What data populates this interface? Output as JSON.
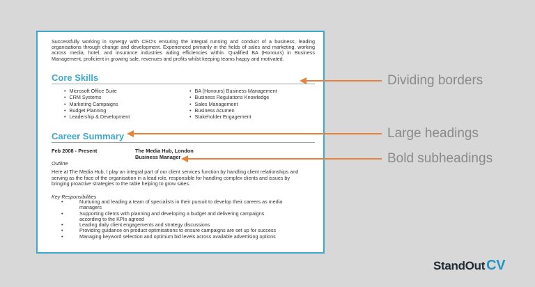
{
  "cv": {
    "summary": "Successfully working in synergy with CEO's ensuring the integral running and conduct of a business, leading organisations through change and development. Experienced primarily in the fields of sales and marketing, working across media, hotel, and insurance industries aiding efficiencies within. Qualified BA (Honours) in Business Management, proficient in growing sale, revenues and profits whilst keeping teams happy and motivated.",
    "core_skills_heading": "Core Skills",
    "skills_left": [
      "Microsoft Office Suite",
      "CRM Systems",
      "Marketing Campaigns",
      "Budget Planning",
      "Leadership & Development"
    ],
    "skills_right": [
      "BA (Honours) Business Management",
      "Business Regulations Knowledge",
      "Sales Management",
      "Business Acumen",
      "Stakeholder Engagement"
    ],
    "career_heading": "Career Summary",
    "job": {
      "dates": "Feb 2008 - Present",
      "employer": "The Media Hub, London",
      "title": "Business Manager",
      "outline_label": "Outline",
      "outline": "Here at The Media Hub, I play an integral part of our client services function by handling client relationships and serving as the face of the organisation in a lead role, responsible for handling complex clients and issues by bringing proactive strategies to the table helping to grow sales.",
      "responsibilities_label": "Key Responsibilities",
      "responsibilities": [
        "Nurturing and leading a team of specialists in their pursuit to develop their careers as media managers",
        "Supporting clients with planning and developing a budget and delivering campaigns according to the KPIs agreed",
        "Leading daily client engagements and strategy discussions",
        "Providing guidance on product optimisations to ensure campaigns are set up for success",
        "Managing keyword selection and optimum bid levels across available advertising options"
      ]
    }
  },
  "callouts": {
    "dividing_borders": "Dividing borders",
    "large_headings": "Large headings",
    "bold_subheadings": "Bold subheadings"
  },
  "brand": {
    "name": "StandOut",
    "suffix": "CV"
  },
  "colors": {
    "accent": "#3ea8cf",
    "arrow": "#e8823a",
    "background": "#d8d8d8"
  }
}
